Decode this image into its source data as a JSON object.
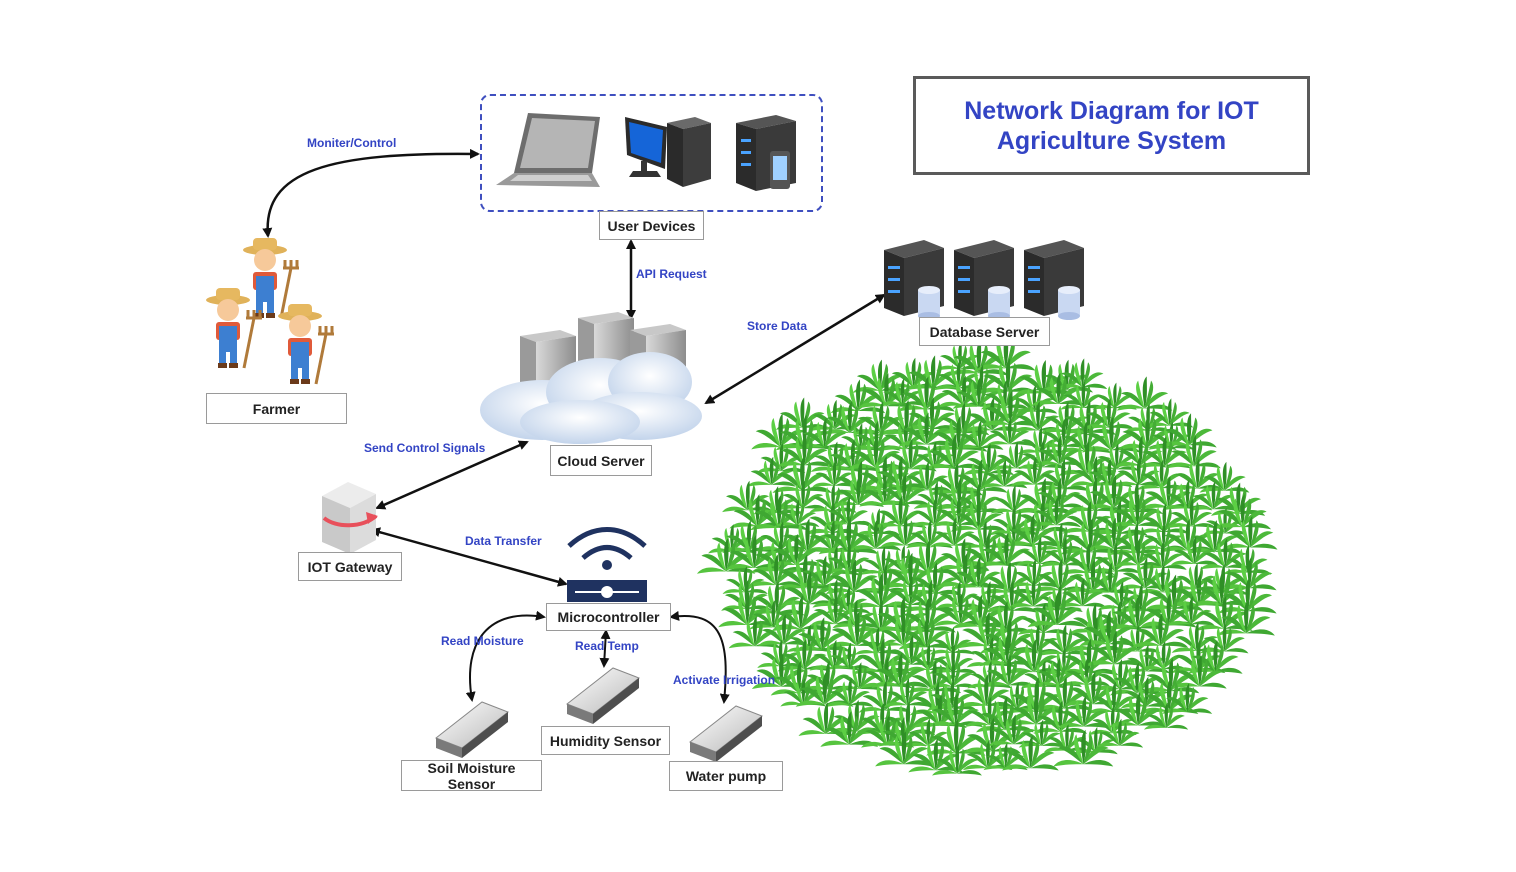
{
  "title": "Network Diagram for IOT Agriculture System",
  "colors": {
    "accent": "#3344c4",
    "edge": "#111111",
    "group_border": "#3f4fbf",
    "plant": "#3fa832"
  },
  "nodes": {
    "user_devices": "User Devices",
    "farmer": "Farmer",
    "database_server": "Database Server",
    "cloud_server": "Cloud Server",
    "iot_gateway": "IOT Gateway",
    "microcontroller": "Microcontroller",
    "soil_moisture_sensor": "Soil Moisture Sensor",
    "humidity_sensor": "Humidity Sensor",
    "water_pump": "Water pump"
  },
  "edges": {
    "monitor_control": "Moniter/Control",
    "api_request": "API Request",
    "store_data": "Store Data",
    "send_control_signals": "Send Control Signals",
    "data_transfer": "Data Transfer",
    "read_moisture": "Read Moisture",
    "read_temp": "Read Temp",
    "activate_irrigation": "Activate Irrigation"
  },
  "icons": [
    "laptop-icon",
    "desktop-computer-icon",
    "server-tower-icon",
    "database-server-icon",
    "cloud-server-icon",
    "farmer-icon",
    "iot-gateway-icon",
    "wifi-router-icon",
    "sensor-device-icon",
    "crop-field-icon"
  ]
}
